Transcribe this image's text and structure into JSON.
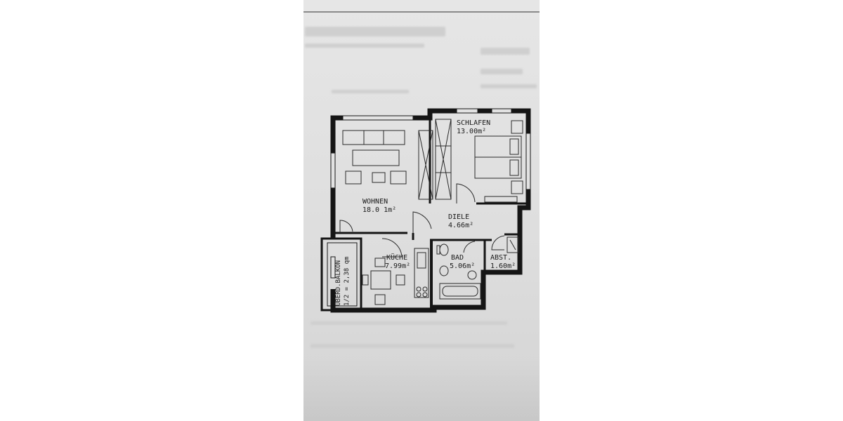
{
  "rooms": {
    "schlafen": {
      "name": "SCHLAFEN",
      "area": "13.00m²"
    },
    "wohnen": {
      "name": "WOHNEN",
      "area": "18.0 1m²"
    },
    "diele": {
      "name": "DIELE",
      "area": "4.66m²"
    },
    "kueche": {
      "name": "KÜCHE",
      "area": "7.99m²"
    },
    "bad": {
      "name": "BAD",
      "area": "5.06m²"
    },
    "abst": {
      "name": "ABST.",
      "area": "1.60m²"
    },
    "balkon": {
      "name": "ÜBERD.BALKON",
      "area": "1/2 = 2,38 qm"
    }
  },
  "colors": {
    "wall": "#151515",
    "paper": "#e2e2e2",
    "line": "#2a2a2a"
  }
}
